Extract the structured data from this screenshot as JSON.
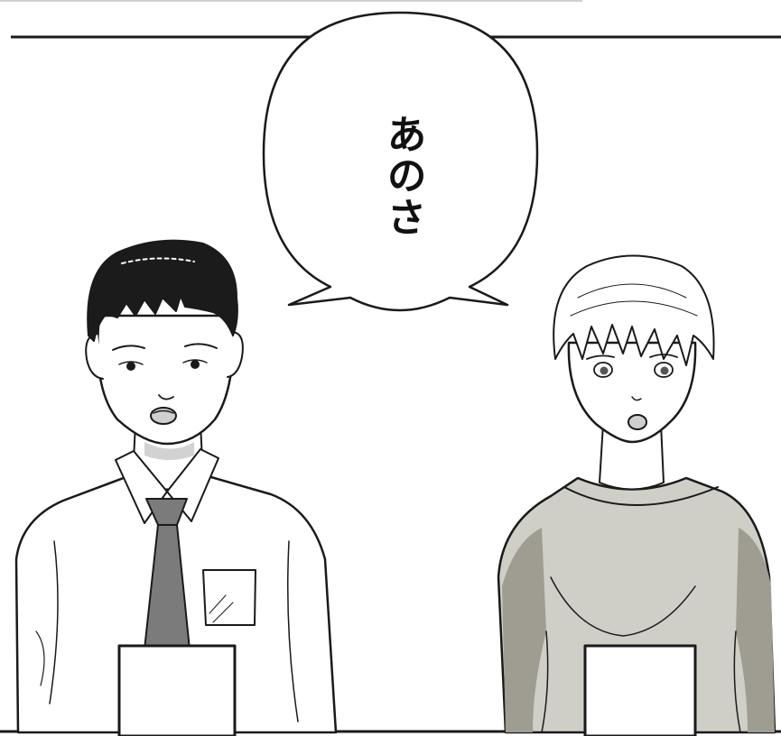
{
  "speech_bubble": {
    "text": "あのさ"
  },
  "colors": {
    "ink": "#1a1a1a",
    "paper": "#ffffff",
    "shadow": "#d2d2d2",
    "tie": "#7b7b7b",
    "sweater": "#d0cfc7",
    "sweater_shadow": "#9f9d92",
    "hair": "#1b1b1b"
  },
  "characters": [
    {
      "id": "boy",
      "icon": "boy-in-shirt-and-tie"
    },
    {
      "id": "girl",
      "icon": "short-haired-girl-in-sweater"
    }
  ]
}
